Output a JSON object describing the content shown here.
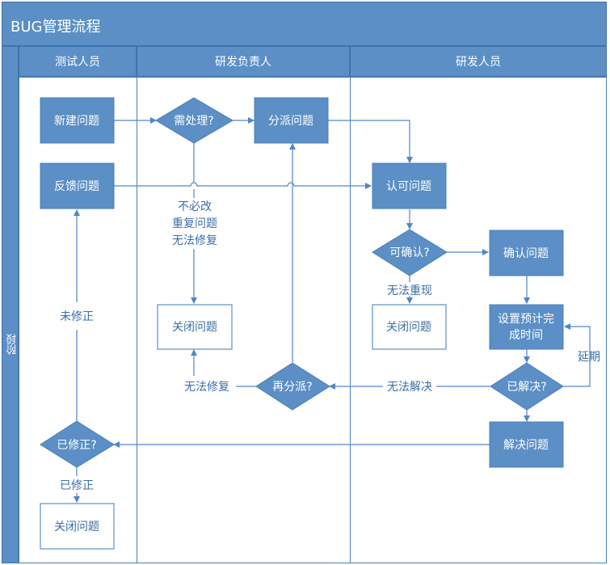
{
  "title": "BUG管理流程",
  "stage_label": "阶段",
  "lanes": {
    "tester": "测试人员",
    "lead": "研发负责人",
    "dev": "研发人员"
  },
  "nodes": {
    "new_issue": "新建问题",
    "feedback_issue": "反馈问题",
    "needs_handling": "需处理?",
    "assign_issue": "分派问题",
    "close_issue_lead": "关闭问题",
    "reassign": "再分派?",
    "acknowledge_issue": "认可问题",
    "confirmable": "可确认?",
    "confirm_issue": "确认问题",
    "close_issue_dev": "关闭问题",
    "set_time_line1": "设置预计完",
    "set_time_line2": "成时间",
    "resolved": "已解决?",
    "solve_issue": "解决问题",
    "fixed_q": "已修正?",
    "close_issue_tester": "关闭问题"
  },
  "edge_labels": {
    "no_change_1": "不必改",
    "no_change_2": "重复问题",
    "no_change_3": "无法修复",
    "not_fixed": "未修正",
    "cannot_reproduce": "无法重现",
    "cannot_fix": "无法修复",
    "cannot_solve": "无法解决",
    "delay": "延期",
    "fixed": "已修正"
  },
  "colors": {
    "fill": "#5b8fc6",
    "stroke": "#3f73ad",
    "text_on_fill": "#ffffff",
    "label": "#3c6ea6",
    "line": "#4f86c6"
  }
}
